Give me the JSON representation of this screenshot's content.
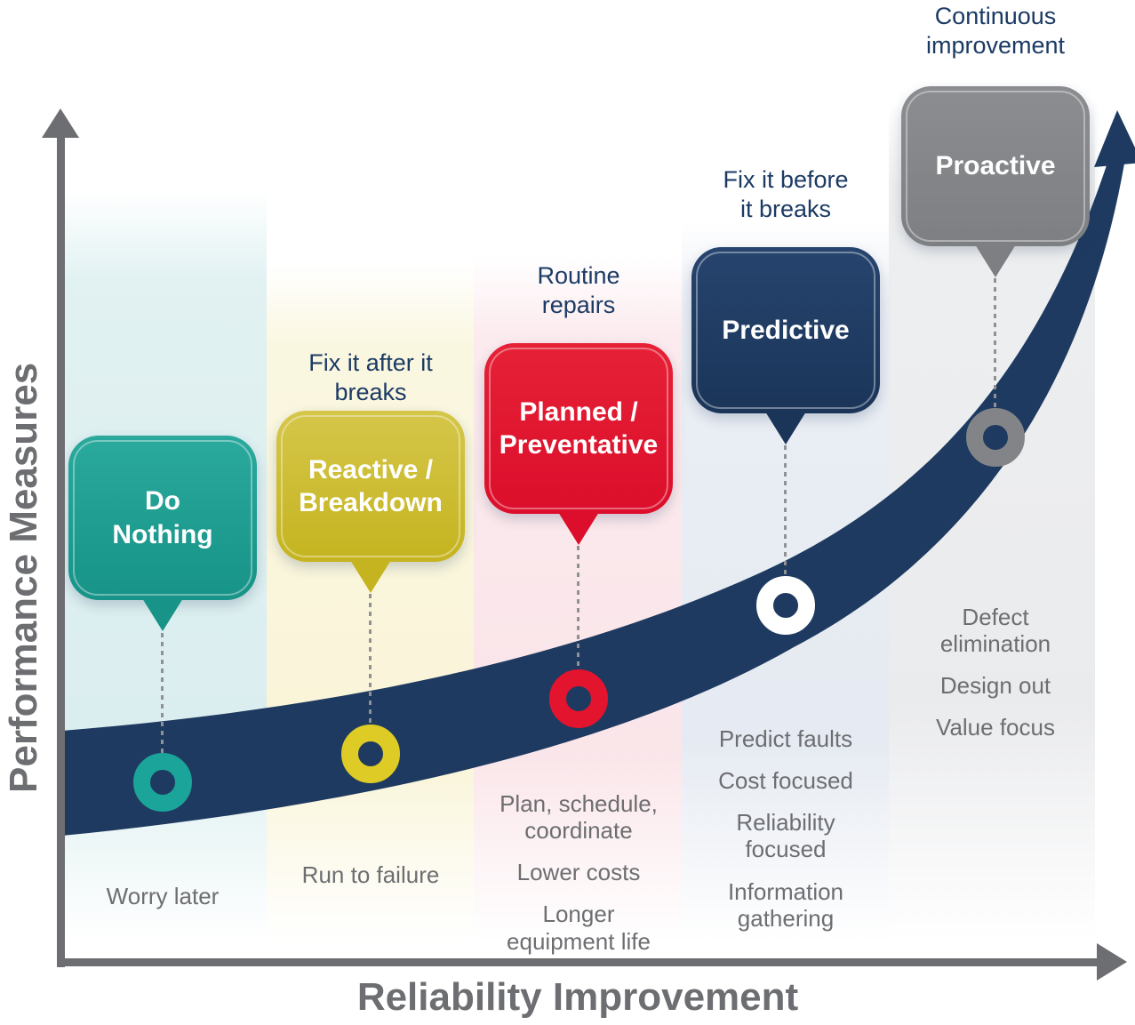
{
  "axes": {
    "y_label": "Performance Measures",
    "x_label": "Reliability Improvement"
  },
  "colors": {
    "curve_navy": "#1e3a60",
    "axis_gray": "#6d6e71",
    "caption_navy": "#1b3a64",
    "note_gray": "#6d6e71",
    "teal": "#1ba49a",
    "yellow": "#c5b41f",
    "yellow_ring": "#dfcb25",
    "red": "#e3142d",
    "navy": "#1b3559",
    "gray": "#828487",
    "white": "#ffffff"
  },
  "stages": [
    {
      "id": "do-nothing",
      "caption": "",
      "label": "Do\nNothing",
      "notes": [
        "Worry later"
      ]
    },
    {
      "id": "reactive-breakdown",
      "caption": "Fix it after it\nbreaks",
      "label": "Reactive /\nBreakdown",
      "notes": [
        "Run to failure"
      ]
    },
    {
      "id": "planned-preventative",
      "caption": "Routine\nrepairs",
      "label": "Planned /\nPreventative",
      "notes": [
        "Plan, schedule,\ncoordinate",
        "Lower costs",
        "Longer\nequipment life"
      ]
    },
    {
      "id": "predictive",
      "caption": "Fix it before\nit breaks",
      "label": "Predictive",
      "notes": [
        "Predict faults",
        "Cost focused",
        "Reliability\nfocused",
        "Information\ngathering"
      ]
    },
    {
      "id": "proactive",
      "caption": "Continuous\nimprovement",
      "label": "Proactive",
      "notes": [
        "Defect\nelimination",
        "Design out",
        "Value focus"
      ]
    }
  ]
}
